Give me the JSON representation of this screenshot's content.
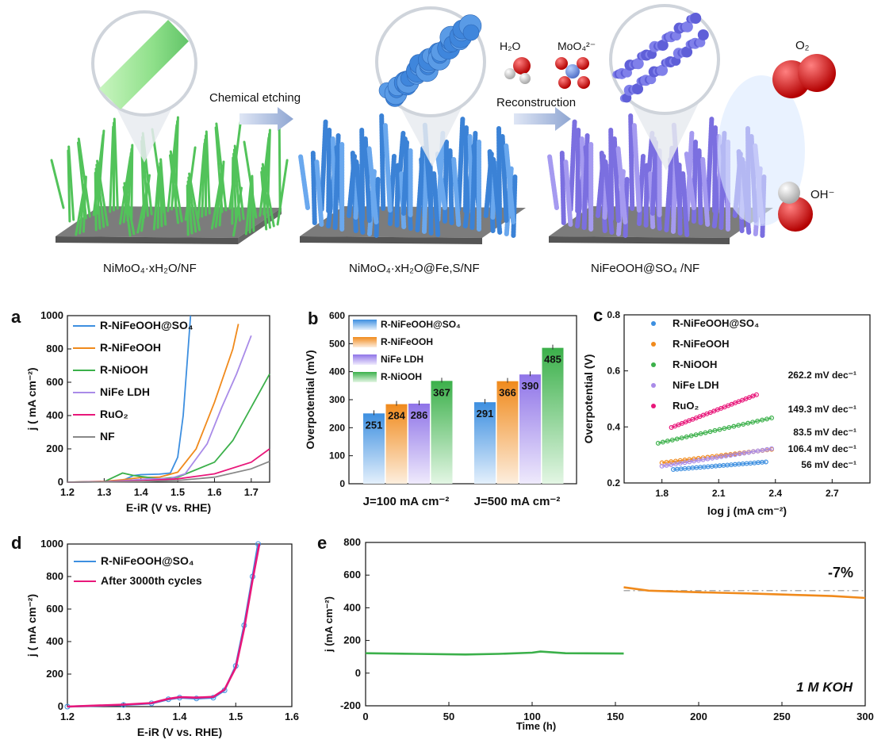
{
  "scheme": {
    "labels": [
      "NiMoO₄·xH₂O/NF",
      "NiMoO₄·xH₂O@Fe,S/NF",
      "NiFeOOH@SO₄ /NF"
    ],
    "arrows": [
      "Chemical etching",
      "Reconstruction"
    ],
    "molecules": [
      "H₂O",
      "MoO₄²⁻",
      "O₂",
      "OH⁻"
    ]
  },
  "panels": [
    "a",
    "b",
    "c",
    "d",
    "e"
  ],
  "colors": {
    "blue": "#3d8fe0",
    "orange": "#f08a1c",
    "green": "#3bb04a",
    "purple": "#a98be8",
    "pink": "#e8177a",
    "gray": "#888888",
    "green_grass": "#52c35a",
    "blue_rods": "#3b82d6",
    "purple_rods": "#7b6fe0"
  },
  "chart_data": [
    {
      "panel": "a",
      "type": "line",
      "xlabel": "E-iR (V vs. RHE)",
      "ylabel": "j ( mA cm⁻²)",
      "xlim": [
        1.2,
        1.75
      ],
      "ylim": [
        0,
        1000
      ],
      "xticks": [
        "1.2",
        "1.3",
        "1.4",
        "1.5",
        "1.6",
        "1.7"
      ],
      "yticks": [
        "0",
        "200",
        "400",
        "600",
        "800",
        "1000"
      ],
      "series": [
        {
          "name": "R-NiFeOOH@SO₄",
          "color": "blue",
          "points": [
            [
              1.2,
              0
            ],
            [
              1.3,
              3
            ],
            [
              1.35,
              10
            ],
            [
              1.38,
              40
            ],
            [
              1.4,
              45
            ],
            [
              1.45,
              48
            ],
            [
              1.48,
              55
            ],
            [
              1.5,
              150
            ],
            [
              1.515,
              400
            ],
            [
              1.525,
              700
            ],
            [
              1.535,
              1000
            ]
          ]
        },
        {
          "name": "R-NiFeOOH",
          "color": "orange",
          "points": [
            [
              1.2,
              0
            ],
            [
              1.3,
              5
            ],
            [
              1.35,
              15
            ],
            [
              1.4,
              28
            ],
            [
              1.45,
              30
            ],
            [
              1.5,
              60
            ],
            [
              1.55,
              200
            ],
            [
              1.6,
              480
            ],
            [
              1.65,
              800
            ],
            [
              1.665,
              950
            ]
          ]
        },
        {
          "name": "R-NiOOH",
          "color": "green",
          "points": [
            [
              1.2,
              0
            ],
            [
              1.3,
              3
            ],
            [
              1.35,
              55
            ],
            [
              1.38,
              40
            ],
            [
              1.45,
              20
            ],
            [
              1.5,
              30
            ],
            [
              1.6,
              120
            ],
            [
              1.65,
              250
            ],
            [
              1.7,
              450
            ],
            [
              1.75,
              650
            ]
          ]
        },
        {
          "name": "NiFe LDH",
          "color": "purple",
          "points": [
            [
              1.2,
              0
            ],
            [
              1.3,
              3
            ],
            [
              1.36,
              10
            ],
            [
              1.42,
              20
            ],
            [
              1.48,
              22
            ],
            [
              1.52,
              50
            ],
            [
              1.58,
              230
            ],
            [
              1.62,
              450
            ],
            [
              1.66,
              650
            ],
            [
              1.7,
              880
            ]
          ]
        },
        {
          "name": "RuO₂",
          "color": "pink",
          "points": [
            [
              1.2,
              0
            ],
            [
              1.3,
              3
            ],
            [
              1.4,
              8
            ],
            [
              1.5,
              20
            ],
            [
              1.6,
              50
            ],
            [
              1.7,
              120
            ],
            [
              1.75,
              200
            ]
          ]
        },
        {
          "name": "NF",
          "color": "gray",
          "points": [
            [
              1.2,
              0
            ],
            [
              1.4,
              4
            ],
            [
              1.5,
              10
            ],
            [
              1.6,
              30
            ],
            [
              1.7,
              80
            ],
            [
              1.75,
              125
            ]
          ]
        }
      ]
    },
    {
      "panel": "b",
      "type": "bar",
      "ylabel": "Overpotential (mV)",
      "ylim": [
        0,
        600
      ],
      "yticks": [
        "0",
        "100",
        "200",
        "300",
        "400",
        "500",
        "600"
      ],
      "categories": [
        "J=100 mA cm⁻²",
        "J=500 mA cm⁻²"
      ],
      "series": [
        {
          "name": "R-NiFeOOH@SO₄",
          "color": "blue",
          "values": [
            251,
            291
          ],
          "labels": [
            "251",
            "291"
          ]
        },
        {
          "name": "R-NiFeOOH",
          "color": "orange",
          "values": [
            284,
            366
          ],
          "labels": [
            "284",
            "366"
          ]
        },
        {
          "name": "NiFe LDH",
          "color": "purple",
          "values": [
            286,
            390
          ],
          "labels": [
            "286",
            "390"
          ]
        },
        {
          "name": "R-NiOOH",
          "color": "green",
          "values": [
            367,
            485
          ],
          "labels": [
            "367",
            "485"
          ]
        }
      ]
    },
    {
      "panel": "c",
      "type": "scatter",
      "xlabel": "log j (mA cm⁻²)",
      "ylabel": "Overpotential (V)",
      "xlim": [
        1.6,
        2.9
      ],
      "ylim": [
        0.2,
        0.8
      ],
      "xticks": [
        "1.8",
        "2.1",
        "2.4",
        "2.7"
      ],
      "yticks": [
        "0.2",
        "0.4",
        "0.6",
        "0.8"
      ],
      "series": [
        {
          "name": "R-NiFeOOH@SO₄",
          "color": "blue",
          "x": [
            1.86,
            2.35
          ],
          "y": [
            0.248,
            0.275
          ],
          "slope": "56 mV dec⁻¹"
        },
        {
          "name": "R-NiFeOOH",
          "color": "orange",
          "x": [
            1.8,
            2.38
          ],
          "y": [
            0.272,
            0.32
          ],
          "slope": "83.5 mV dec⁻¹"
        },
        {
          "name": "R-NiOOH",
          "color": "green",
          "x": [
            1.78,
            2.38
          ],
          "y": [
            0.342,
            0.432
          ],
          "slope": "149.3 mV dec⁻¹"
        },
        {
          "name": "NiFe LDH",
          "color": "purple",
          "x": [
            1.8,
            2.38
          ],
          "y": [
            0.26,
            0.322
          ],
          "slope": "106.4 mV dec⁻¹"
        },
        {
          "name": "RuO₂",
          "color": "pink",
          "x": [
            1.85,
            2.3
          ],
          "y": [
            0.398,
            0.515
          ],
          "slope": "262.2 mV dec⁻¹"
        }
      ]
    },
    {
      "panel": "d",
      "type": "line",
      "xlabel": "E-iR (V vs. RHE)",
      "ylabel": "j ( mA cm⁻²)",
      "xlim": [
        1.2,
        1.6
      ],
      "ylim": [
        0,
        1000
      ],
      "xticks": [
        "1.2",
        "1.3",
        "1.4",
        "1.5",
        "1.6"
      ],
      "yticks": [
        "0",
        "200",
        "400",
        "600",
        "800",
        "1000"
      ],
      "series": [
        {
          "name": "R-NiFeOOH@SO₄",
          "color": "blue",
          "points": [
            [
              1.2,
              0
            ],
            [
              1.3,
              10
            ],
            [
              1.35,
              20
            ],
            [
              1.38,
              45
            ],
            [
              1.4,
              55
            ],
            [
              1.43,
              50
            ],
            [
              1.46,
              55
            ],
            [
              1.48,
              100
            ],
            [
              1.5,
              250
            ],
            [
              1.515,
              500
            ],
            [
              1.53,
              800
            ],
            [
              1.54,
              1000
            ]
          ]
        },
        {
          "name": "After 3000th cycles",
          "color": "pink",
          "points": [
            [
              1.2,
              0
            ],
            [
              1.3,
              12
            ],
            [
              1.35,
              22
            ],
            [
              1.38,
              48
            ],
            [
              1.4,
              58
            ],
            [
              1.43,
              55
            ],
            [
              1.46,
              60
            ],
            [
              1.48,
              105
            ],
            [
              1.5,
              240
            ],
            [
              1.515,
              480
            ],
            [
              1.53,
              780
            ],
            [
              1.542,
              1000
            ]
          ]
        }
      ]
    },
    {
      "panel": "e",
      "type": "line",
      "xlabel": "Time (h)",
      "ylabel": "j (mA cm⁻²)",
      "xlim": [
        0,
        300
      ],
      "ylim": [
        -200,
        800
      ],
      "xticks": [
        "0",
        "50",
        "100",
        "150",
        "200",
        "250",
        "300"
      ],
      "yticks": [
        "-200",
        "0",
        "200",
        "400",
        "600",
        "800"
      ],
      "annotation": "-7%",
      "condition": "1 M KOH",
      "reference_y": 505,
      "series": [
        {
          "color": "green",
          "points": [
            [
              0,
              122
            ],
            [
              30,
              118
            ],
            [
              60,
              114
            ],
            [
              80,
              118
            ],
            [
              100,
              125
            ],
            [
              105,
              132
            ],
            [
              120,
              122
            ],
            [
              155,
              120
            ]
          ]
        },
        {
          "color": "orange",
          "points": [
            [
              155,
              525
            ],
            [
              170,
              505
            ],
            [
              200,
              495
            ],
            [
              230,
              488
            ],
            [
              260,
              478
            ],
            [
              280,
              472
            ],
            [
              300,
              460
            ]
          ]
        }
      ]
    }
  ]
}
